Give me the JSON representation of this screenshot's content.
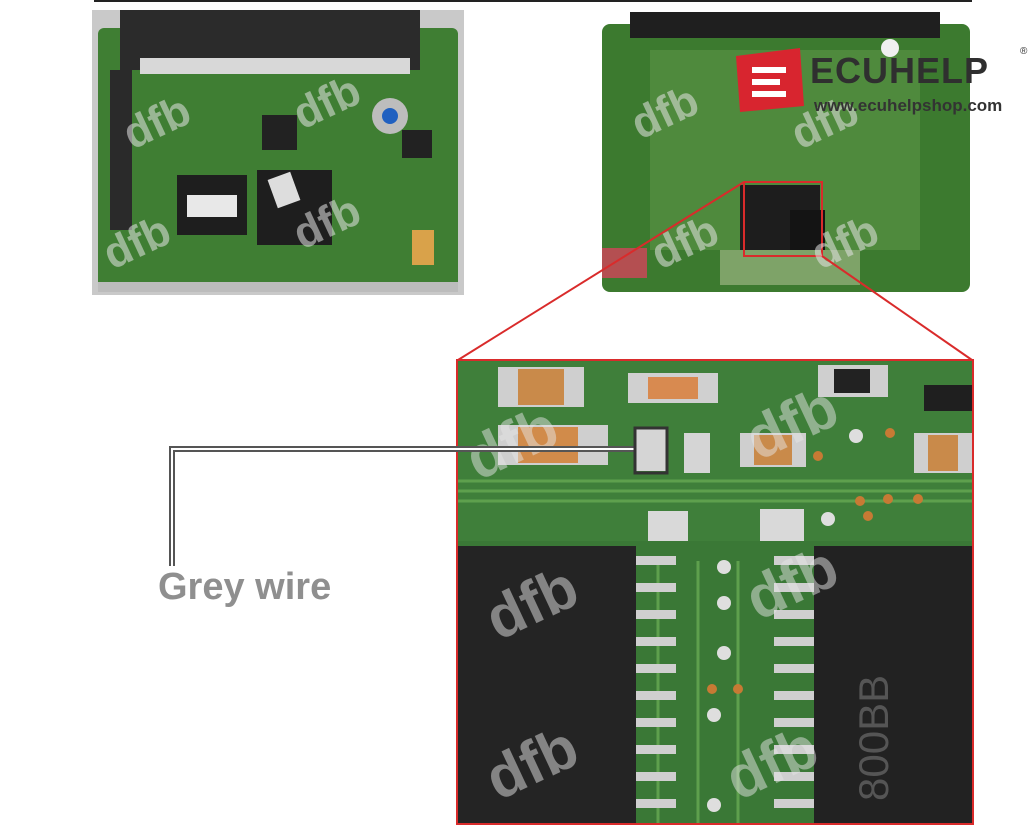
{
  "label": {
    "text": "Grey wire"
  },
  "brand": {
    "name": "ECUHELP",
    "url": "www.ecuhelpshop.com",
    "reg": "®"
  },
  "colors": {
    "board_green": "#3c7a2f",
    "highlight_red": "#d92b2b",
    "leader_line": "#555555",
    "label_grey": "#8f8f8f"
  },
  "chip_markings": {
    "right_chip": "800BB"
  }
}
